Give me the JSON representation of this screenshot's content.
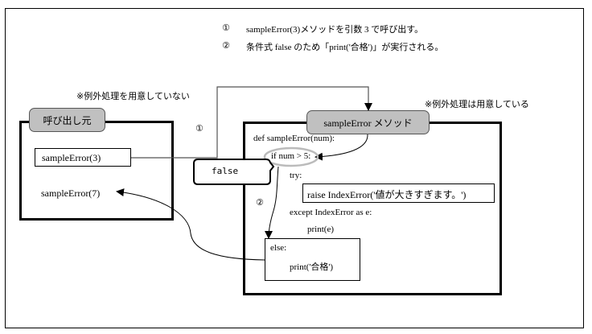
{
  "steps": [
    {
      "marker": "①",
      "text": "sampleError(3)メソッドを引数 3 で呼び出す。"
    },
    {
      "marker": "②",
      "text": "条件式 false のため「print('合格')」が実行される。"
    }
  ],
  "notes": {
    "caller_note": "※例外処理を用意していない",
    "method_note": "※例外処理は用意している"
  },
  "caller": {
    "title": "呼び出し元",
    "call_1": "sampleError(3)",
    "call_2": "sampleError(7)"
  },
  "method": {
    "title": "sampleError メソッド",
    "lines": {
      "def": "def sampleError(num):",
      "if": "if num > 5:",
      "try": "try:",
      "raise": "raise IndexError('値が大きすぎます。')",
      "except": "except IndexError as e:",
      "print_e": "print(e)",
      "else": "else:",
      "print_ok": "print('合格')"
    }
  },
  "callout": {
    "text": "false"
  },
  "markers": {
    "step1": "①",
    "step2": "②"
  }
}
